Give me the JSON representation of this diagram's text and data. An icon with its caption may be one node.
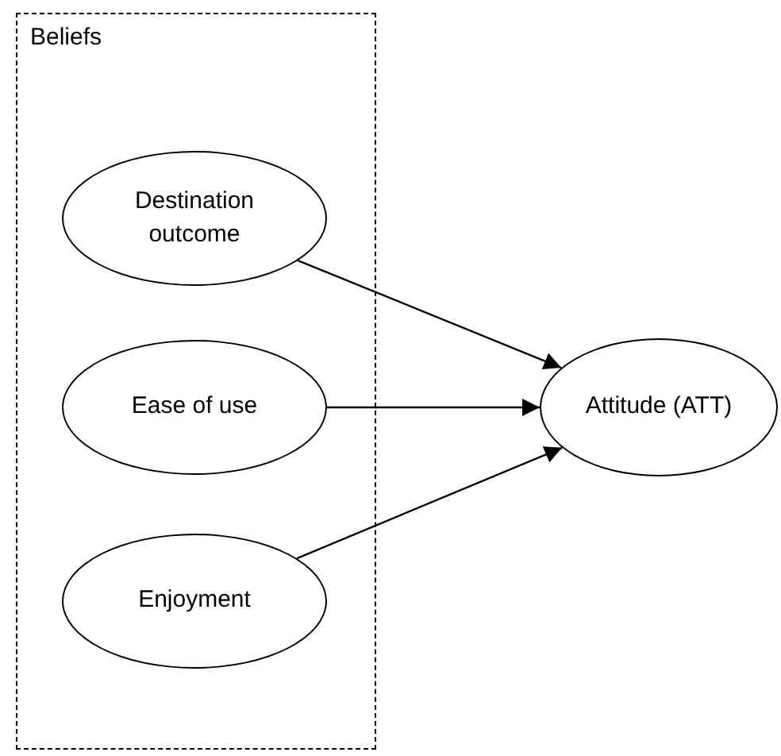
{
  "diagram": {
    "nodes": [
      {
        "text": [
          "Beliefs"
        ]
      },
      {
        "text": [
          "Destination outcome"
        ],
        "in": 0
      },
      {
        "text": [
          "Ease of use"
        ],
        "in": 0
      },
      {
        "text": [
          "Enjoyment"
        ],
        "in": 0
      },
      {
        "text": [
          "Attitude (ATT)"
        ]
      }
    ],
    "edges": [
      {
        "from": 1,
        "to": 4,
        "arrow": "to"
      },
      {
        "from": 2,
        "to": 4,
        "arrow": "to"
      },
      {
        "from": 3,
        "to": 4,
        "arrow": "to"
      }
    ]
  }
}
